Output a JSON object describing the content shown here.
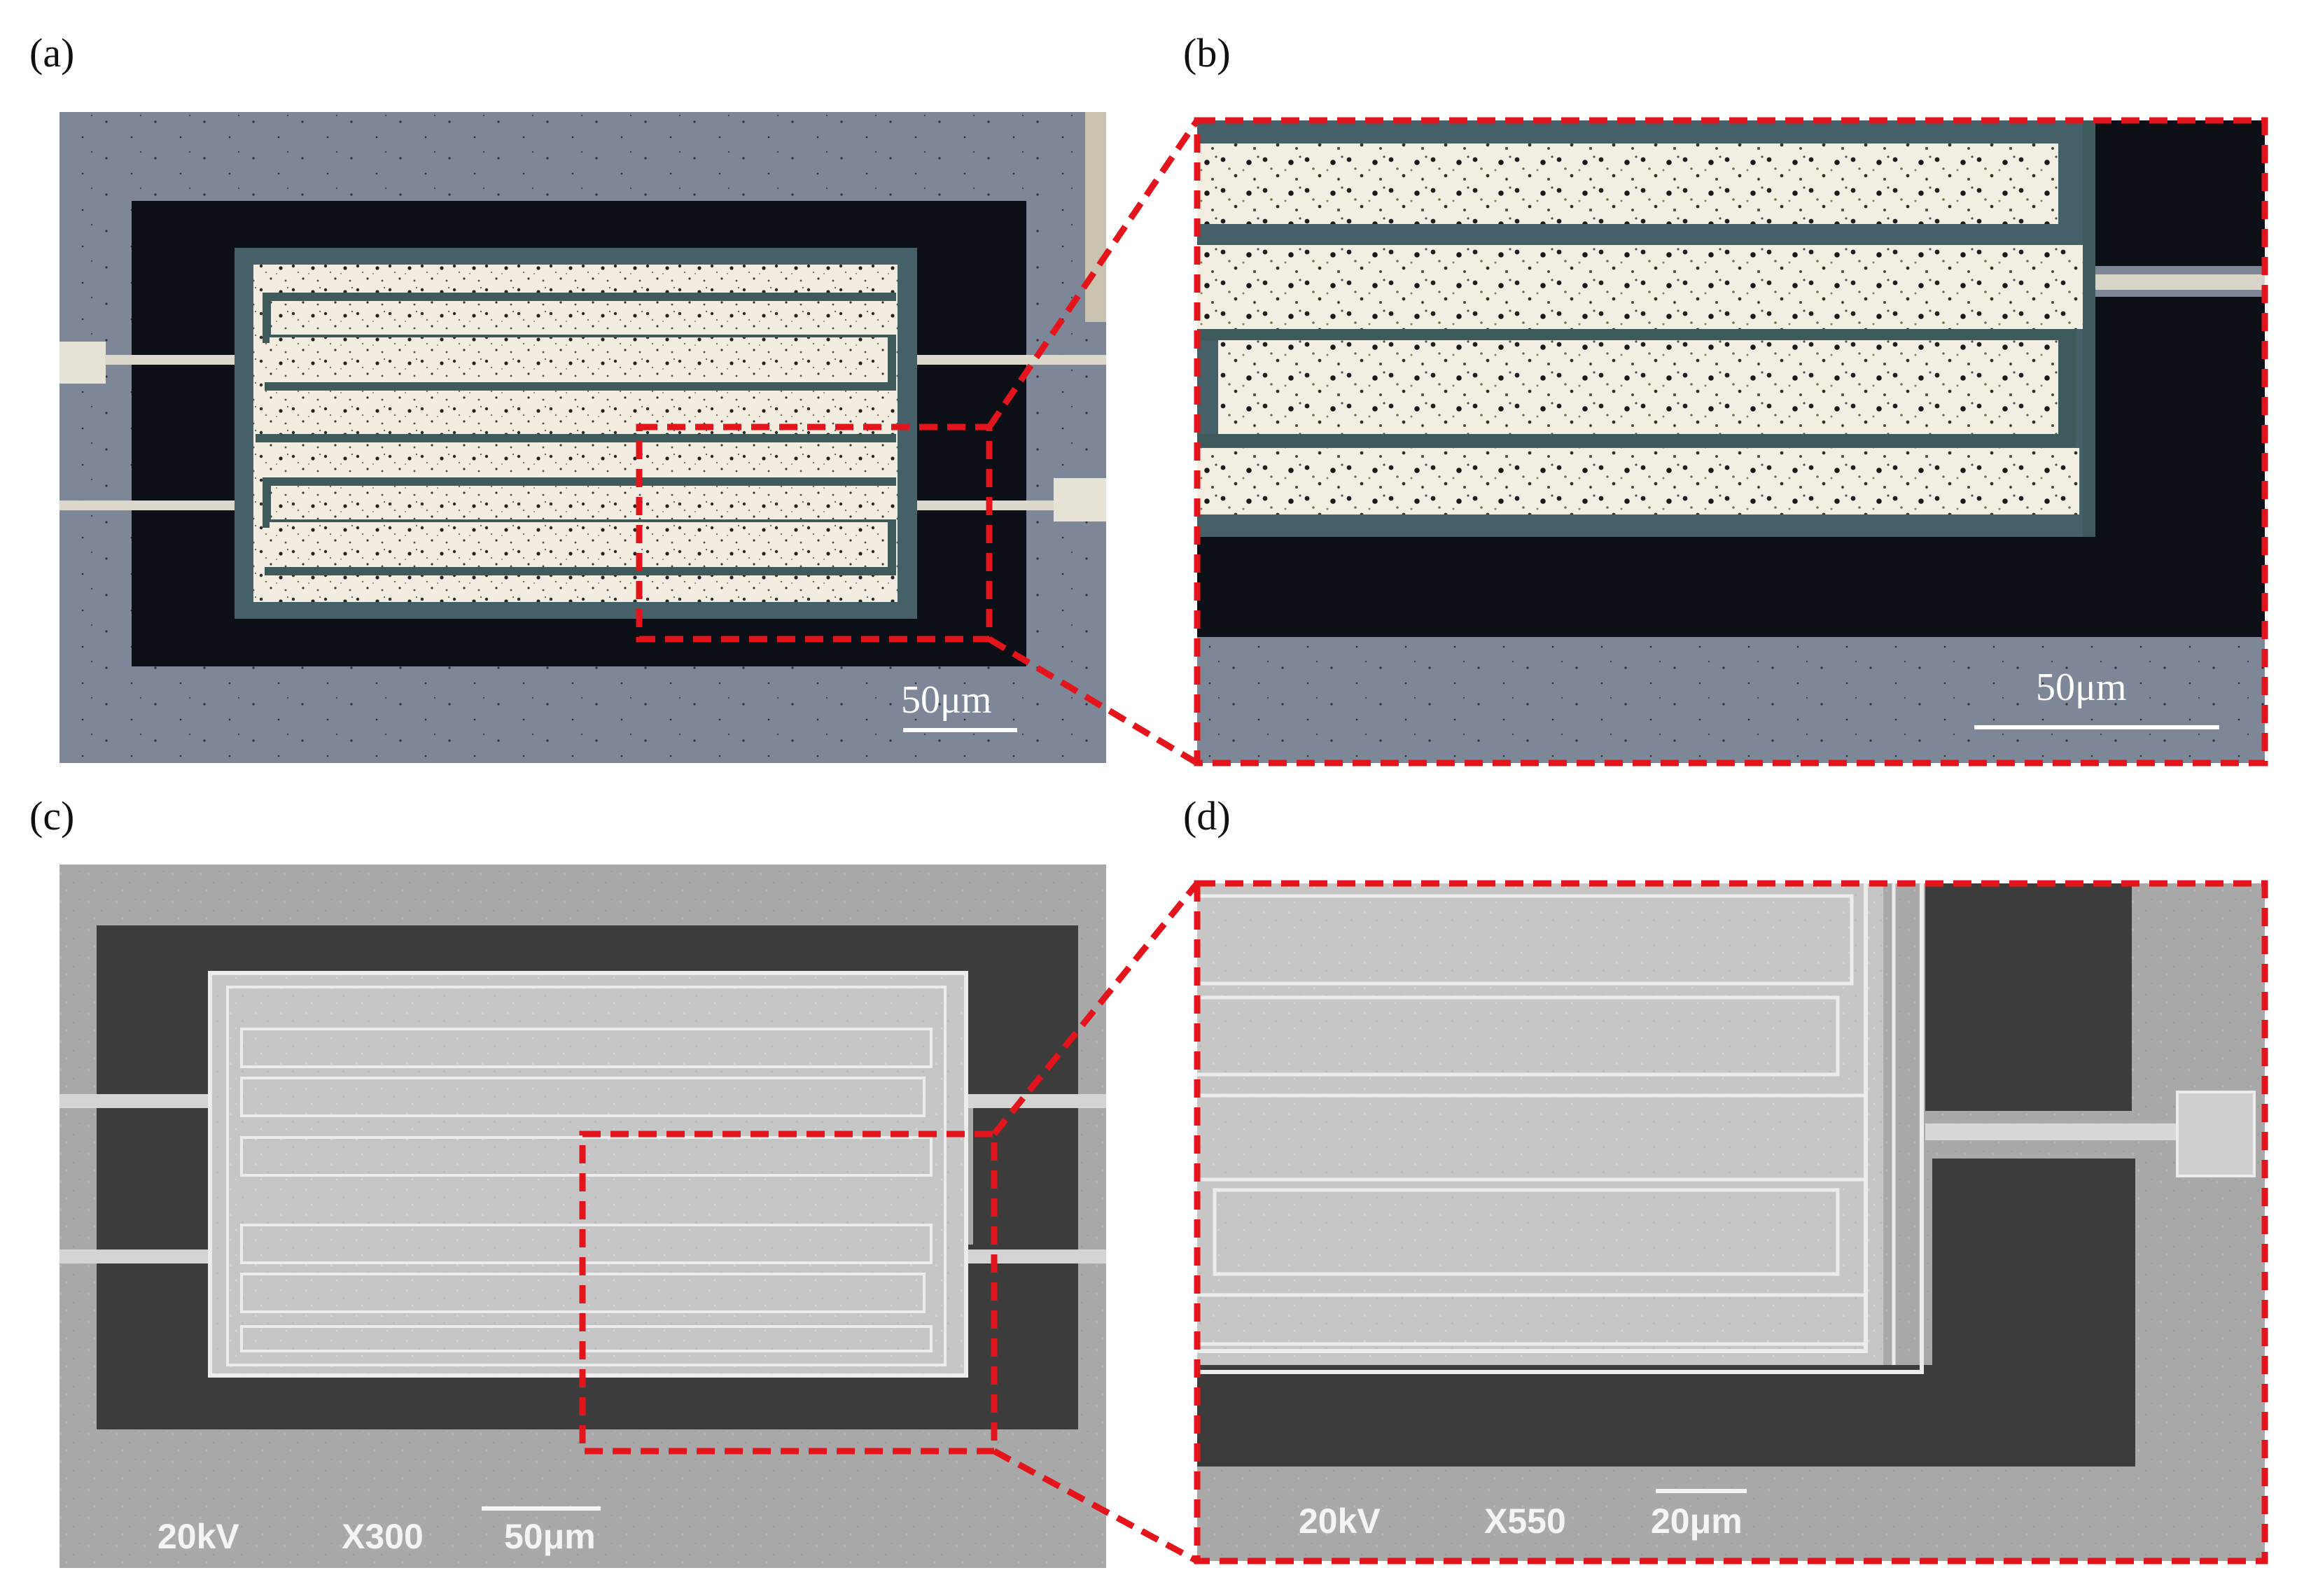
{
  "panels": {
    "a": {
      "label": "(a)",
      "scale_bar": "50μm"
    },
    "b": {
      "label": "(b)",
      "scale_bar": "50μm"
    },
    "c": {
      "label": "(c)",
      "voltage": "20kV",
      "magnification": "X300",
      "scale_bar": "50μm"
    },
    "d": {
      "label": "(d)",
      "voltage": "20kV",
      "magnification": "X550",
      "scale_bar": "20μm"
    }
  },
  "colors": {
    "zoom_box": "#e3141b",
    "optical_substrate": "#7d8797",
    "optical_cavity": "#0c0f16",
    "optical_metal": "#f2ede0",
    "optical_gap": "#3f5a5a",
    "sem_substrate": "#a9a9a9",
    "sem_cavity": "#3c3c3c",
    "sem_metal": "#c9c9c9",
    "sem_edge": "#ececec"
  }
}
